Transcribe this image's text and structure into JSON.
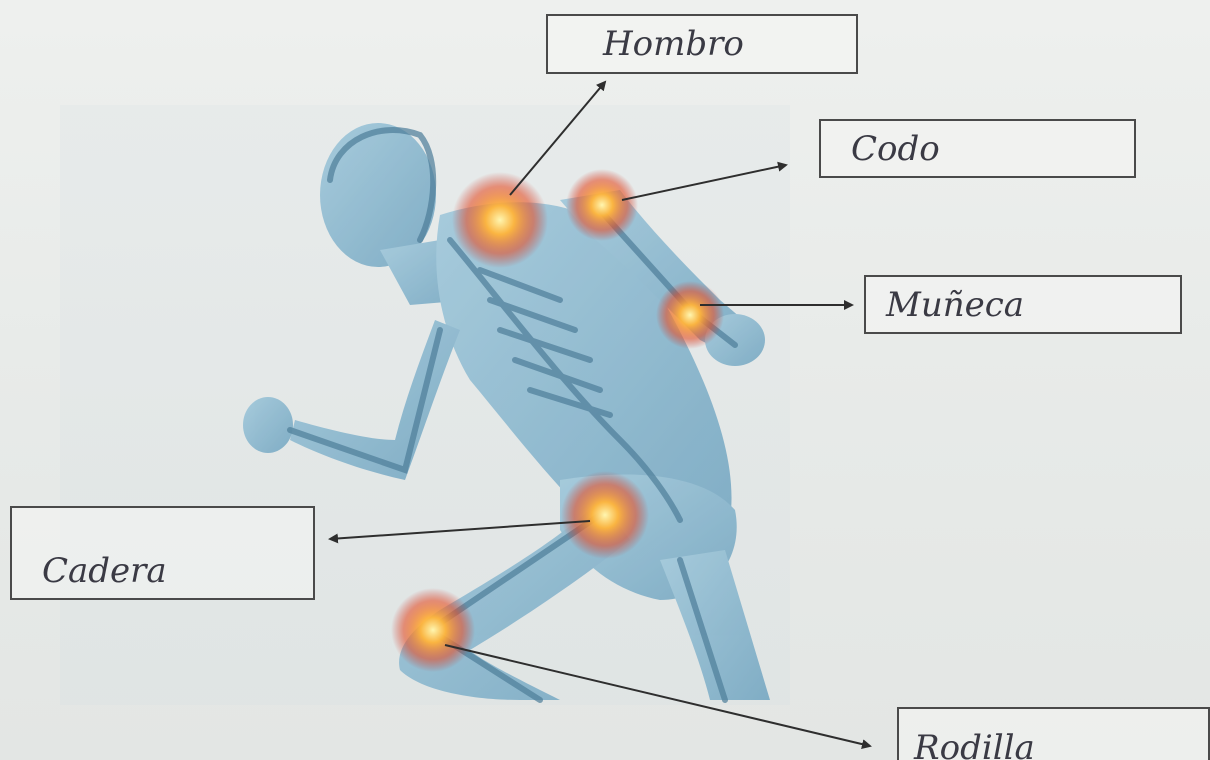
{
  "labels": {
    "hombro": "Hombro",
    "codo": "Codo",
    "muneca": "Muñeca",
    "cadera": "Cadera",
    "rodilla": "Rodilla"
  },
  "colors": {
    "body": "#7fb2cc",
    "bone": "#4d7d99",
    "joint_glow": "#ff8a1e",
    "arrow": "#2e2e2e"
  }
}
